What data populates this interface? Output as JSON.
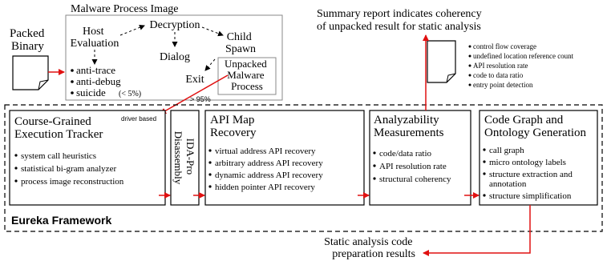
{
  "packed_binary": [
    "Packed",
    "Binary"
  ],
  "process_image": {
    "title": "Malware Process Image",
    "host_evaluation": [
      "Host",
      "Evaluation"
    ],
    "decryption": "Decryption",
    "child_spawn": [
      "Child",
      "Spawn"
    ],
    "dialog": "Dialog",
    "exit": "Exit",
    "behaviors": [
      "anti-trace",
      "anti-debug",
      "suicide"
    ],
    "suicide_note": "(< 5%)",
    "unpacked": [
      "Unpacked",
      "Malware",
      "Process"
    ],
    "unpacked_pct": "> 95%"
  },
  "summary": {
    "title": [
      "Summary report indicates coherency",
      "of unpacked result for static analysis"
    ],
    "items": [
      "control flow coverage",
      "undefined location reference count",
      "API resolution rate",
      "code to data ratio",
      "entry point detection"
    ]
  },
  "tracker": {
    "title": [
      "Course-Grained",
      "Execution Tracker"
    ],
    "note": "driver based",
    "items": [
      "system call heuristics",
      "statistical bi-gram analyzer",
      "process image reconstruction"
    ]
  },
  "ida": [
    "IDA-Pro",
    "Disassembly"
  ],
  "api": {
    "title": [
      "API Map",
      "Recovery"
    ],
    "items": [
      "virtual address API recovery",
      "arbitrary address API recovery",
      "dynamic address API recovery",
      "hidden pointer API recovery"
    ]
  },
  "analyzability": {
    "title": [
      "Analyzability",
      "Measurements"
    ],
    "items": [
      "code/data ratio",
      "API resolution rate",
      "structural coherency"
    ]
  },
  "codegraph": {
    "title": [
      "Code Graph and",
      "Ontology Generation"
    ],
    "items": [
      "call graph",
      "micro ontology labels",
      "structure extraction and",
      "annotation",
      "structure simplification"
    ]
  },
  "framework_label": "Eureka Framework",
  "results": [
    "Static analysis code",
    "preparation results"
  ]
}
